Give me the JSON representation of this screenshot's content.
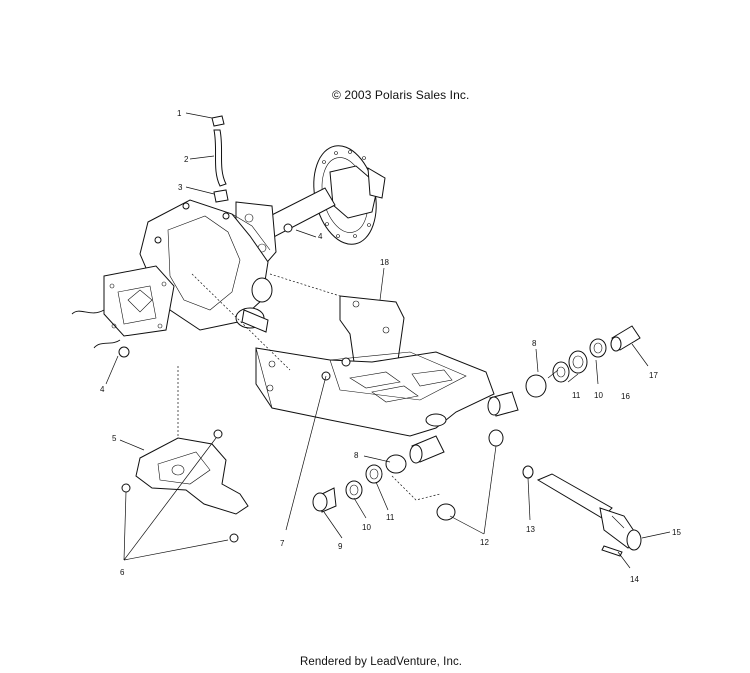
{
  "header": {
    "copyright": "© 2003 Polaris Sales Inc."
  },
  "footer": {
    "rendered_by": "Rendered by LeadVenture, Inc."
  },
  "callouts": [
    "1",
    "2",
    "3",
    "4",
    "4",
    "5",
    "6",
    "7",
    "8",
    "8",
    "9",
    "10",
    "10",
    "11",
    "11",
    "12",
    "13",
    "14",
    "15",
    "16",
    "17",
    "18"
  ]
}
